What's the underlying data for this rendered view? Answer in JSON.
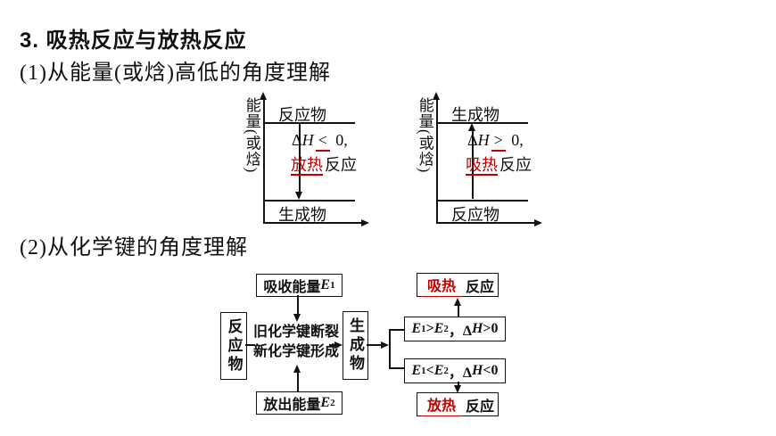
{
  "title": "3. 吸热反应与放热反应",
  "colors": {
    "accent_red": "#c00000",
    "ink": "#111111"
  },
  "section_energy": {
    "heading": "(1)从能量(或焓)高低的角度理解",
    "exothermic": {
      "axis_label": "能量(或焓)",
      "upper_level": "反应物",
      "lower_level": "生成物",
      "delta": "Δ",
      "h": "H",
      "relation": "<",
      "value": " 0,",
      "answer": "放热",
      "answer_suffix": "反应"
    },
    "endothermic": {
      "axis_label": "能量(或焓)",
      "upper_level": "生成物",
      "lower_level": "反应物",
      "delta": "Δ",
      "h": "H",
      "relation": ">",
      "value": " 0,",
      "answer": "吸热",
      "answer_suffix": "反应"
    }
  },
  "section_bonds": {
    "heading": "(2)从化学键的角度理解",
    "reactant_box": "反应物",
    "product_box": "生成物",
    "absorb_box": {
      "label": "吸收能量 ",
      "e": "E",
      "sub": "1"
    },
    "release_box": {
      "label": "放出能量 ",
      "e": "E",
      "sub": "2"
    },
    "process_line1": "旧化学键断裂",
    "process_line2": "新化学键形成",
    "cond_endo": {
      "e1": "E",
      "s1": "1",
      "rel1": ">",
      "e2": "E",
      "s2": "2",
      "mid": "，Δ",
      "h": "H",
      "tail": ">0"
    },
    "cond_exo": {
      "e1": "E",
      "s1": "1",
      "rel1": "<",
      "e2": "E",
      "s2": "2",
      "mid": "，Δ",
      "h": "H",
      "tail": "<0"
    },
    "endo_box": {
      "answer": "吸热",
      "suffix": "反应"
    },
    "exo_box": {
      "answer": "放热",
      "suffix": "反应"
    }
  }
}
